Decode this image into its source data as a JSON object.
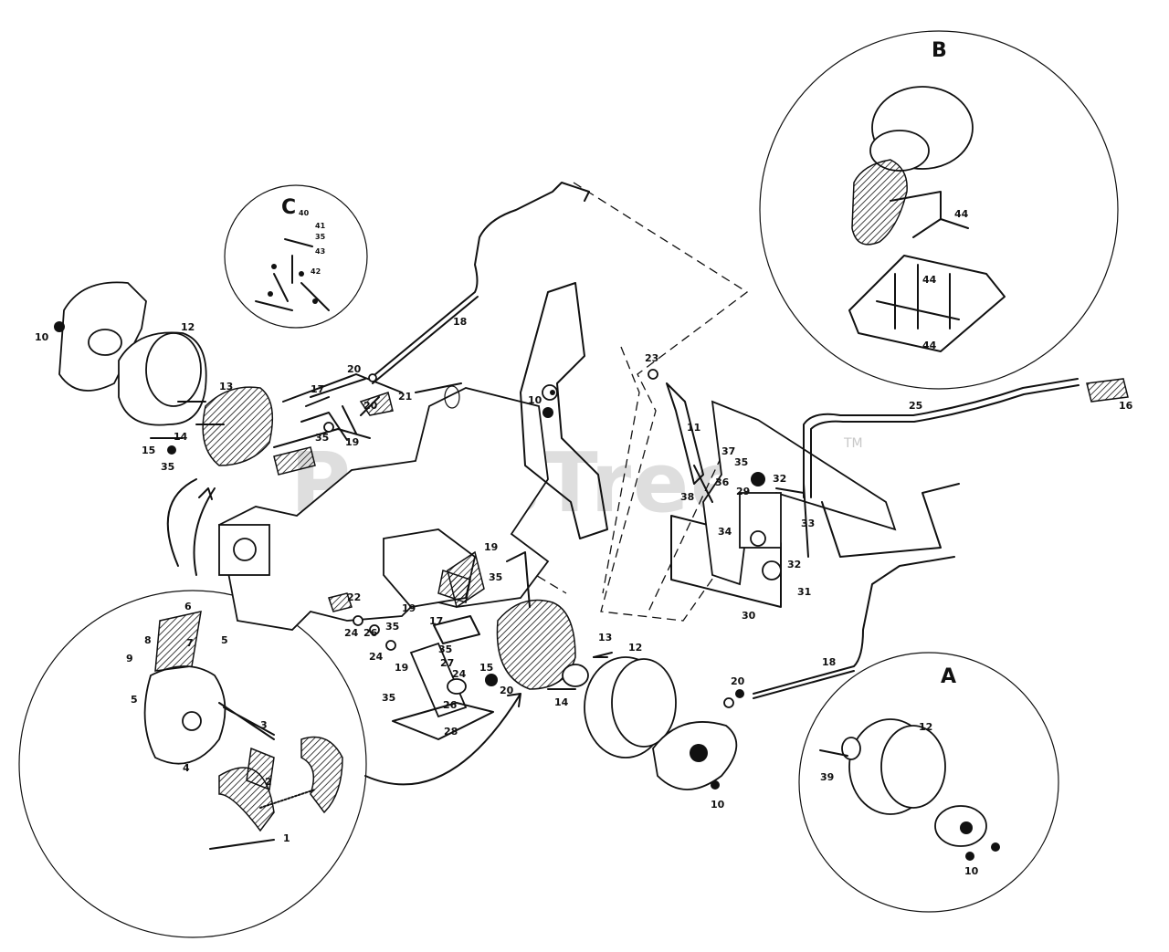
{
  "watermark": {
    "text": "PartsTree",
    "trademark": "TM"
  },
  "details": {
    "A": {
      "letter": "A",
      "labels": [
        "12",
        "39",
        "10"
      ]
    },
    "B": {
      "letter": "B",
      "labels": [
        "44",
        "44",
        "44"
      ]
    },
    "C": {
      "letter": "C",
      "labels": [
        "40",
        "41",
        "35",
        "43",
        "42"
      ]
    }
  },
  "brake_detail_labels": [
    "6",
    "8",
    "9",
    "7",
    "5",
    "5",
    "3",
    "4",
    "2",
    "1"
  ],
  "main_labels": {
    "p10_left": "10",
    "p12_left": "12",
    "p13_left": "13",
    "p14_left": "14",
    "p15_left": "15",
    "p35_left": "35",
    "p18_top": "18",
    "p20_top": "20",
    "p17_top": "17",
    "p21": "21",
    "p35_mid": "35",
    "p19_top": "19",
    "p20_mid": "20",
    "p10_mid": "10",
    "p23": "23",
    "p11": "11",
    "p25": "25",
    "p16": "16",
    "p37": "37",
    "p35_right": "35",
    "p36": "36",
    "p29": "29",
    "p32_top": "32",
    "p38": "38",
    "p33": "33",
    "p34": "34",
    "p32_bot": "32",
    "p31": "31",
    "p30": "30",
    "p19_mid": "19",
    "p35_low": "35",
    "p22": "22",
    "p19_low": "19",
    "p24_a": "24",
    "p26_a": "26",
    "p24_b": "24",
    "p35_low2": "35",
    "p17_low": "17",
    "p35_low3": "35",
    "p27": "27",
    "p19_low2": "19",
    "p24_c": "24",
    "p26_b": "26",
    "p35_low4": "35",
    "p28": "28",
    "p15_low": "15",
    "p20_low": "20",
    "p13_low": "13",
    "p12_low": "12",
    "p14_low": "14",
    "p20_right": "20",
    "p18_right": "18",
    "p10_low": "10"
  }
}
